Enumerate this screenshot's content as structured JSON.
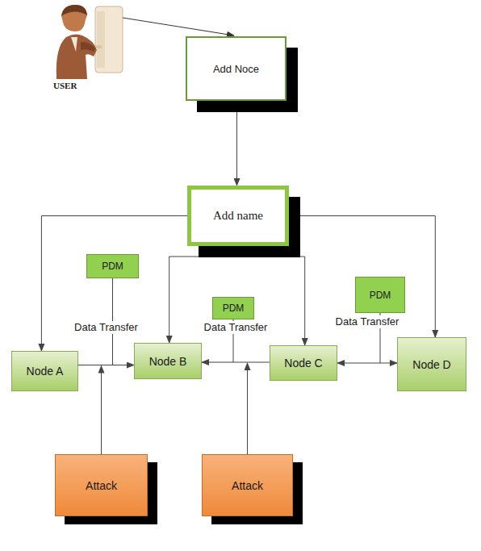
{
  "diagram": {
    "nodes": [
      {
        "text": [
          "Add Noce"
        ]
      },
      {
        "text": [
          "Add name"
        ]
      },
      {
        "text": [
          "PDM"
        ]
      },
      {
        "text": [
          "PDM"
        ]
      },
      {
        "text": [
          "PDM"
        ]
      },
      {
        "text": [
          "Node A"
        ]
      },
      {
        "text": [
          "Node B"
        ]
      },
      {
        "text": [
          "Node C"
        ]
      },
      {
        "text": [
          "Node D"
        ]
      },
      {
        "text": [
          "Attack"
        ]
      },
      {
        "text": [
          "Attack"
        ]
      }
    ],
    "edges": [
      {
        "from": 0,
        "to": 1,
        "arrow": "to"
      },
      {
        "from": 1,
        "to": 5,
        "arrow": "to"
      },
      {
        "from": 1,
        "to": 6,
        "arrow": "to"
      },
      {
        "from": 1,
        "to": 7,
        "arrow": "to"
      },
      {
        "from": 1,
        "to": 8,
        "arrow": "to"
      },
      {
        "from": 5,
        "to": 6,
        "label": "Data Transfer",
        "arrow": "to"
      },
      {
        "from": 7,
        "to": 6,
        "label": "Data Transfer",
        "arrow": "to"
      },
      {
        "from": 7,
        "to": 8,
        "label": "Data Transfer",
        "arrow": "both"
      }
    ],
    "labels": [
      "USER"
    ]
  }
}
